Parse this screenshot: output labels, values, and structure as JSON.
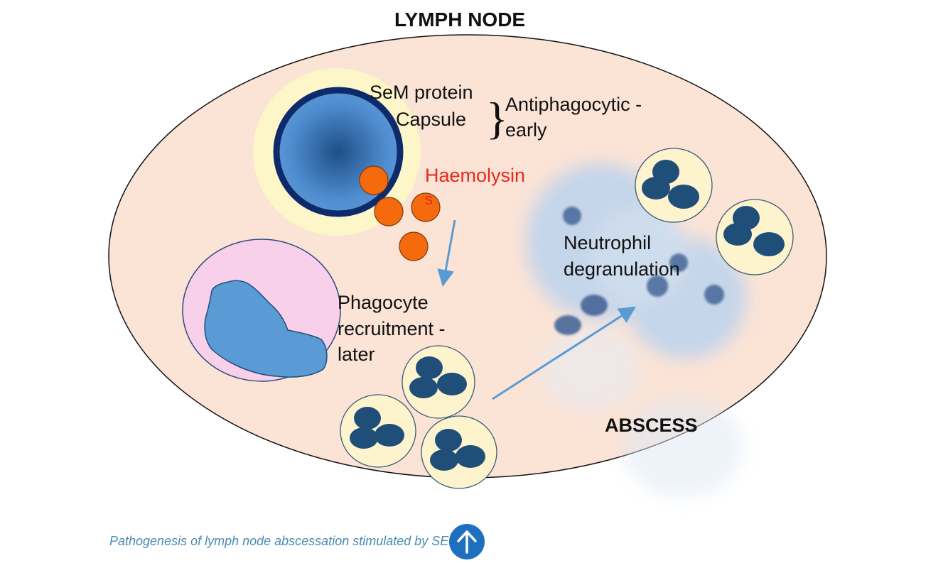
{
  "title": "LYMPH NODE",
  "bacterium": {
    "labels": [
      "SeM protein",
      "Capsule"
    ],
    "bracket_label": [
      "Antiphagocytic -",
      "early"
    ],
    "haemolysin_label": [
      "Haemolysin",
      "s"
    ]
  },
  "phagocyte_label": [
    "Phagocyte",
    "recruitment -",
    "later"
  ],
  "neutrophil_label": [
    "Neutrophil",
    "degranulation"
  ],
  "abscess_label": "ABSCESS",
  "caption": "Pathogenesis of lymph node abscessation stimulated by SE",
  "scroll_button": {
    "icon": "arrow-up-icon"
  },
  "colors": {
    "node_fill": "#fbe3d6",
    "capsule_halo": "#fdf6c8",
    "bacterium_dark": "#0d2b6b",
    "bacterium_blue": "#4f8ccf",
    "haemolysin_dots": "#f46a0c",
    "phagocyte_cell": "#f8d0ea",
    "nucleus": "#5b9bd5",
    "neutrophil_fill": "#fdf3cc",
    "neutrophil_nucleus": "#1f4e79",
    "arrow": "#5b9bd5",
    "abscess_cloud": "#bcd3ee",
    "red_text": "#e8291c",
    "caption": "#4a8bb3",
    "button": "#1f6fc0"
  }
}
